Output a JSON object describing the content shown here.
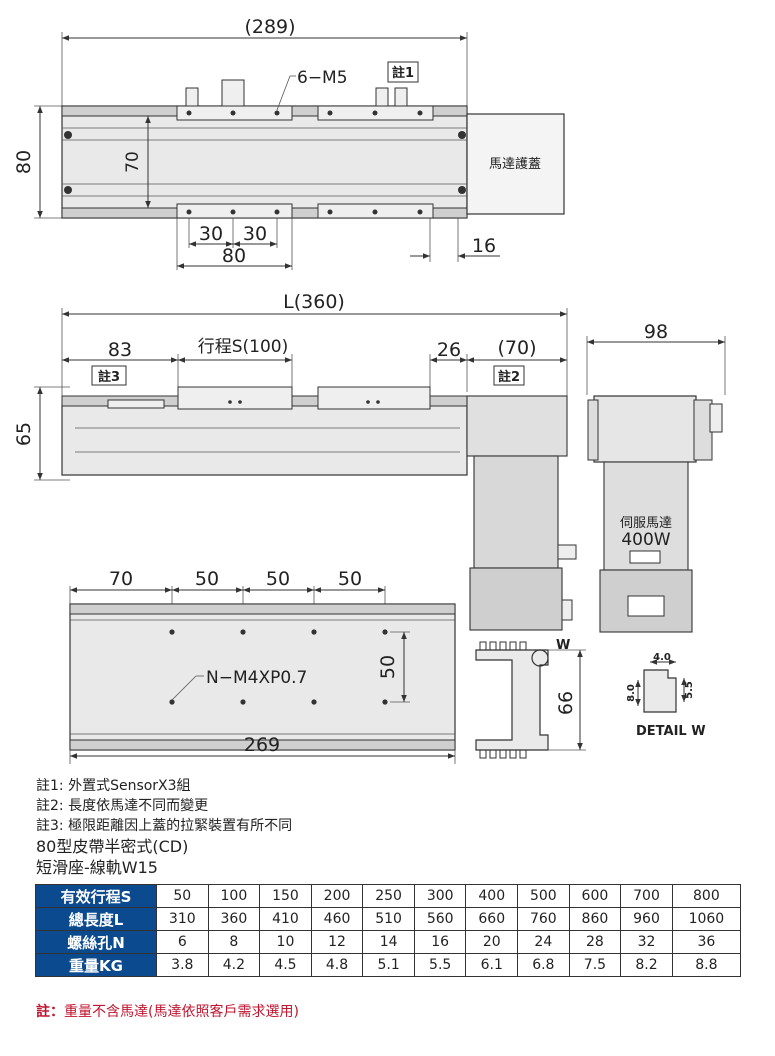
{
  "top_view": {
    "dim_width": "(289)",
    "dim_height": "80",
    "dim_inner": "70",
    "dim_hole1": "30",
    "dim_hole2": "30",
    "dim_hole_total": "80",
    "dim_motor_offset": "16",
    "label_holes": "6−M5",
    "note_tag": "註1",
    "motor_cover": "馬達護蓋"
  },
  "side_view": {
    "dim_length": "L(360)",
    "dim_left": "83",
    "stroke_label": "行程S(100)",
    "dim_26": "26",
    "dim_70": "(70)",
    "dim_height": "65",
    "dim_98": "98",
    "note_tag3": "註3",
    "note_tag2": "註2",
    "servo_label": "伺服馬達",
    "servo_power": "400W"
  },
  "bottom_view": {
    "dim_70": "70",
    "dim_50a": "50",
    "dim_50b": "50",
    "dim_50c": "50",
    "dim_50v": "50",
    "dim_269": "269",
    "label_holes": "N−M4XP0.7"
  },
  "profile": {
    "dim_66": "66",
    "w_label": "W",
    "detail_label": "DETAIL W",
    "detail_40": "4.0",
    "detail_80": "8.0",
    "detail_55": "5.5"
  },
  "notes": [
    "註1: 外置式SensorX3組",
    "註2: 長度依馬達不同而變更",
    "註3: 極限距離因上蓋的拉緊裝置有所不同"
  ],
  "model_line": "80型皮帶半密式(CD)",
  "slider_line": "短滑座-線軌W15",
  "spec_table": {
    "rows": [
      {
        "label": "有效行程S",
        "values": [
          "50",
          "100",
          "150",
          "200",
          "250",
          "300",
          "400",
          "500",
          "600",
          "700",
          "800"
        ]
      },
      {
        "label": "總長度L",
        "values": [
          "310",
          "360",
          "410",
          "460",
          "510",
          "560",
          "660",
          "760",
          "860",
          "960",
          "1060"
        ]
      },
      {
        "label": "螺絲孔N",
        "values": [
          "6",
          "8",
          "10",
          "12",
          "14",
          "16",
          "20",
          "24",
          "28",
          "32",
          "36"
        ]
      },
      {
        "label": "重量KG",
        "values": [
          "3.8",
          "4.2",
          "4.5",
          "4.8",
          "5.1",
          "5.5",
          "6.1",
          "6.8",
          "7.5",
          "8.2",
          "8.8"
        ]
      }
    ]
  },
  "footnote_prefix": "註：",
  "footnote_text": "重量不含馬達(馬達依照客戶需求選用)"
}
